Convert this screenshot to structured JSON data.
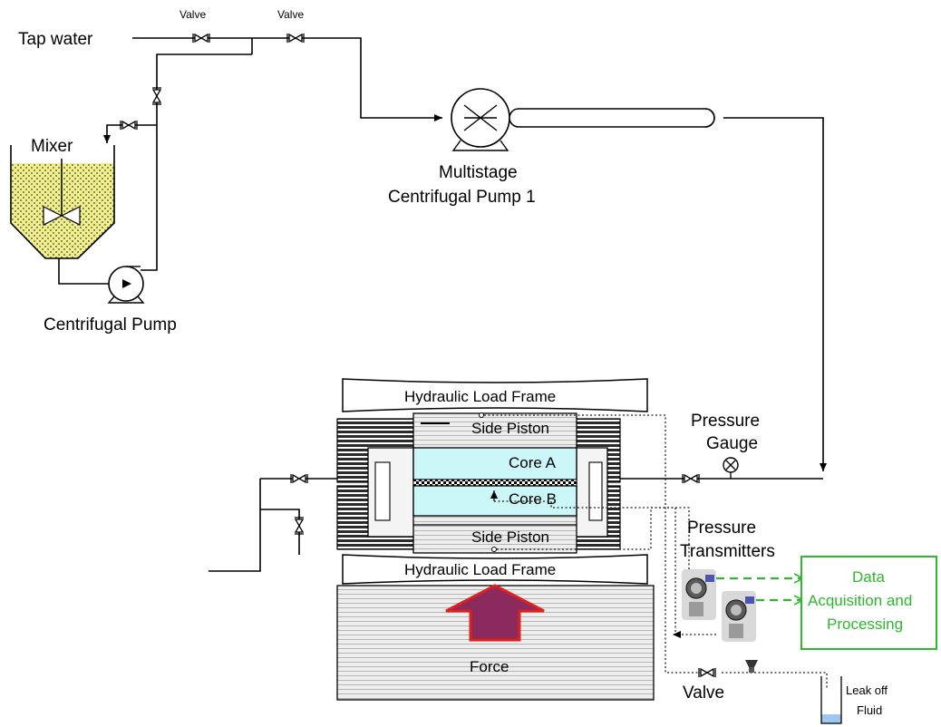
{
  "labels": {
    "tap_water": "Tap water",
    "valve_top_1": "Valve",
    "valve_top_2": "Valve",
    "mixer": "Mixer",
    "multistage_line1": "Multistage",
    "multistage_line2": "Centrifugal Pump 1",
    "centrifugal_pump": "Centrifugal Pump",
    "hydraulic_load_frame_top": "Hydraulic Load Frame",
    "side_piston_top": "Side Piston",
    "core_a": "Core A",
    "core_b": "Core B",
    "side_piston_bottom": "Side Piston",
    "hydraulic_load_frame_bottom": "Hydraulic Load Frame",
    "force": "Force",
    "pressure_gauge_line1": "Pressure",
    "pressure_gauge_line2": "Gauge",
    "pressure_transmitters_line1": "Pressure",
    "pressure_transmitters_line2": "Transmitters",
    "daq_line1": "Data",
    "daq_line2": "Acquisition and",
    "daq_line3": "Processing",
    "valve_bottom": "Valve",
    "leak_off_line1": "Leak off",
    "leak_off_line2": "Fluid"
  },
  "colors": {
    "core_fill": "#ccf7f9",
    "mixer_fluid": "#f2f08a",
    "force_arrow": "#8c2a5e",
    "force_arrow_outline": "#e0201c",
    "daq_green": "#2db82d",
    "leak_fluid": "#9ec7f0"
  }
}
